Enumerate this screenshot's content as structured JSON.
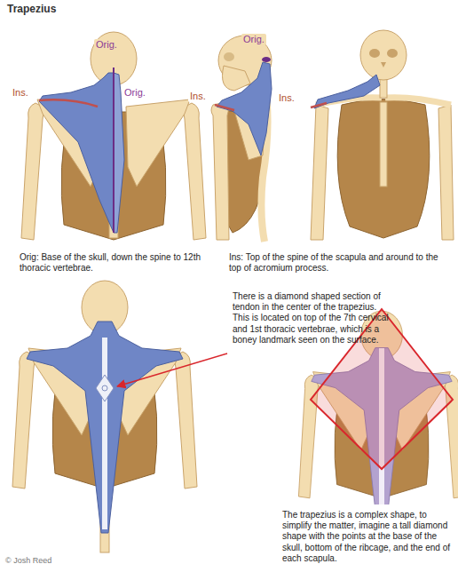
{
  "diagram": {
    "title": "Trapezius",
    "labels": [
      "Orig.",
      "Orig.",
      "Ins.",
      "Orig.",
      "Ins.",
      "Ins.",
      "Orig: Base of the skull, down the spine to 12th thoracic vertebrae.",
      "Ins: Top of the spine of the scapula and around to the top of acromium process.",
      "There is a diamond shaped section of tendon in the center of the trapezius. This is located on top of the 7th cervical and 1st thoracic vertebrae, which is a boney landmark seen on the surface.",
      "The trapezius is a complex shape, to simplify the matter, imagine a tall diamond shape with the points at the base of the skull, bottom of the ribcage, and the end of each scapula.",
      "© Josh Reed"
    ]
  }
}
